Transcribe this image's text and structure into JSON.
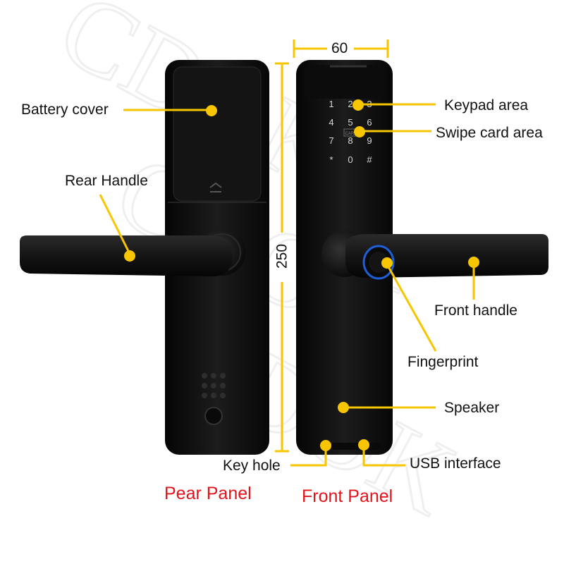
{
  "dimensions": {
    "width": "60",
    "height": "250"
  },
  "labels": {
    "battery_cover": "Battery cover",
    "rear_handle": "Rear Handle",
    "keypad_area": "Keypad area",
    "swipe_card_area": "Swipe card area",
    "front_handle": "Front handle",
    "fingerprint": "Fingerprint",
    "speaker": "Speaker",
    "key_hole": "Key hole",
    "usb_interface": "USB interface"
  },
  "panels": {
    "rear": "Pear Panel",
    "front": "Front Panel"
  },
  "keypad": {
    "keys": [
      "1",
      "2",
      "3",
      "4",
      "5",
      "6",
      "7",
      "8",
      "9",
      "*",
      "0",
      "#"
    ],
    "card_text": "CARD"
  },
  "watermark": "CDOK",
  "colors": {
    "callout": "#f7c600",
    "panel_title": "#e3141b",
    "lock_body": "#121212",
    "fingerprint_ring": "#1e5fd6"
  }
}
